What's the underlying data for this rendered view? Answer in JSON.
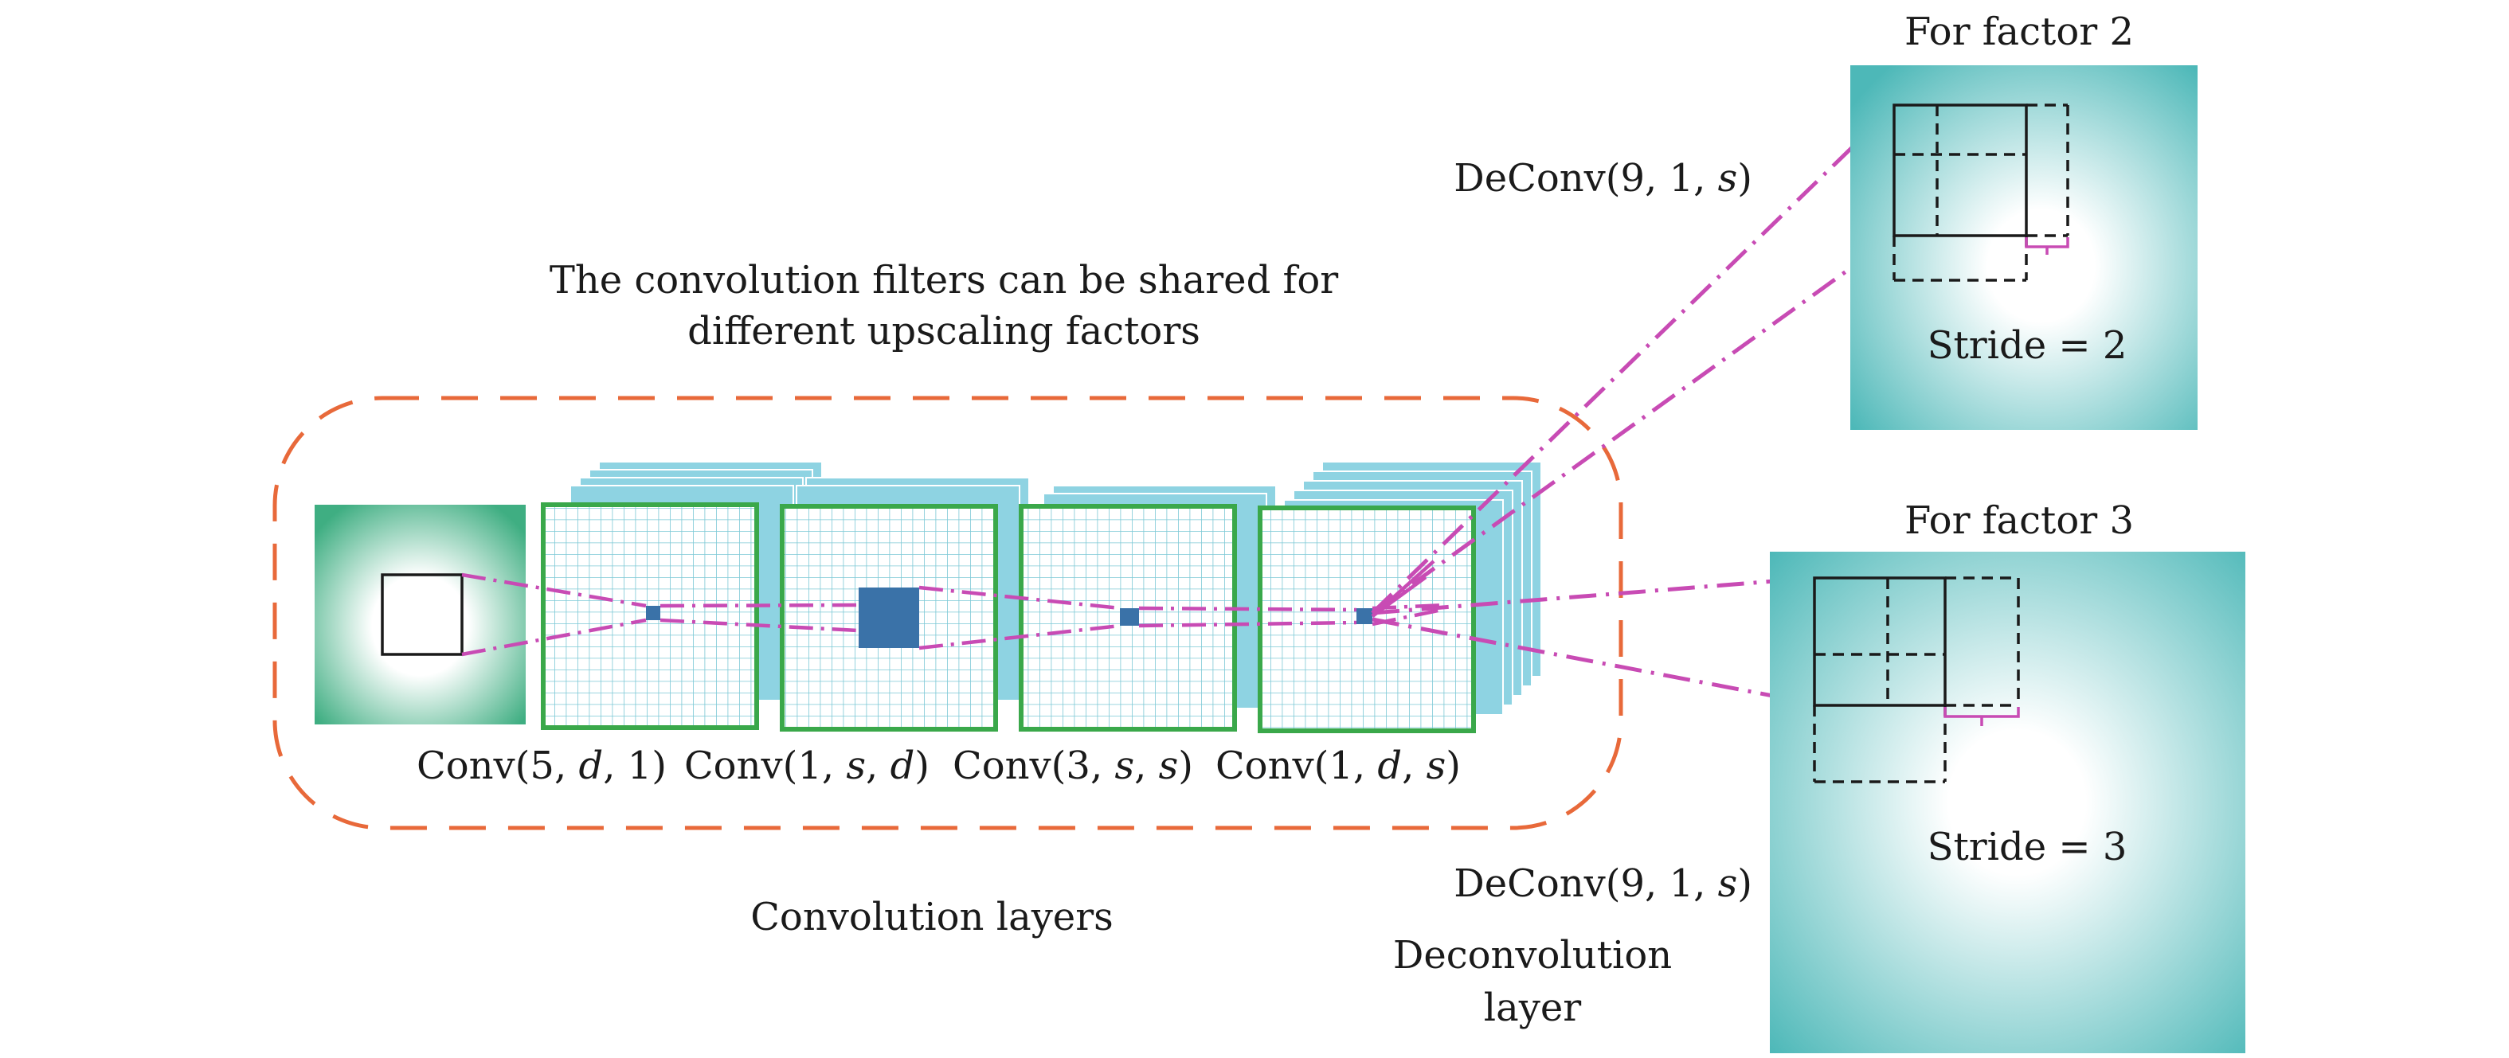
{
  "annotation": {
    "line1": "The convolution filters can be shared for",
    "line2": "different upscaling factors"
  },
  "conv_layers": [
    {
      "name": "Conv",
      "args": [
        {
          "t": "5",
          "i": false
        },
        {
          "t": "d",
          "i": true
        },
        {
          "t": "1",
          "i": false
        }
      ]
    },
    {
      "name": "Conv",
      "args": [
        {
          "t": "1",
          "i": false
        },
        {
          "t": "s",
          "i": true
        },
        {
          "t": "d",
          "i": true
        }
      ]
    },
    {
      "name": "Conv",
      "args": [
        {
          "t": "3",
          "i": false
        },
        {
          "t": "s",
          "i": true
        },
        {
          "t": "s",
          "i": true
        }
      ]
    },
    {
      "name": "Conv",
      "args": [
        {
          "t": "1",
          "i": false
        },
        {
          "t": "d",
          "i": true
        },
        {
          "t": "s",
          "i": true
        }
      ]
    }
  ],
  "convolution_layers_label": "Convolution layers",
  "deconv_top": {
    "name": "DeConv",
    "args": [
      {
        "t": "9",
        "i": false
      },
      {
        "t": "1",
        "i": false
      },
      {
        "t": "s",
        "i": true
      }
    ]
  },
  "deconv_bottom": {
    "name": "DeConv",
    "args": [
      {
        "t": "9",
        "i": false
      },
      {
        "t": "1",
        "i": false
      },
      {
        "t": "s",
        "i": true
      }
    ]
  },
  "deconvolution_label": {
    "line1": "Deconvolution",
    "line2": "layer"
  },
  "factor2": {
    "title": "For factor 2",
    "stride": "Stride = 2"
  },
  "factor3": {
    "title": "For factor 3",
    "stride": "Stride = 3"
  },
  "colors": {
    "dashed_box": "#e8693a",
    "grid_border": "#3aa84a",
    "grid_line": "#7cc8d6",
    "stack_layer": "#8ed3e2",
    "filter_square": "#3a72a8",
    "connector": "#c84bb4",
    "input_image": "#4fb38a",
    "output_image": "#55bdbd"
  }
}
